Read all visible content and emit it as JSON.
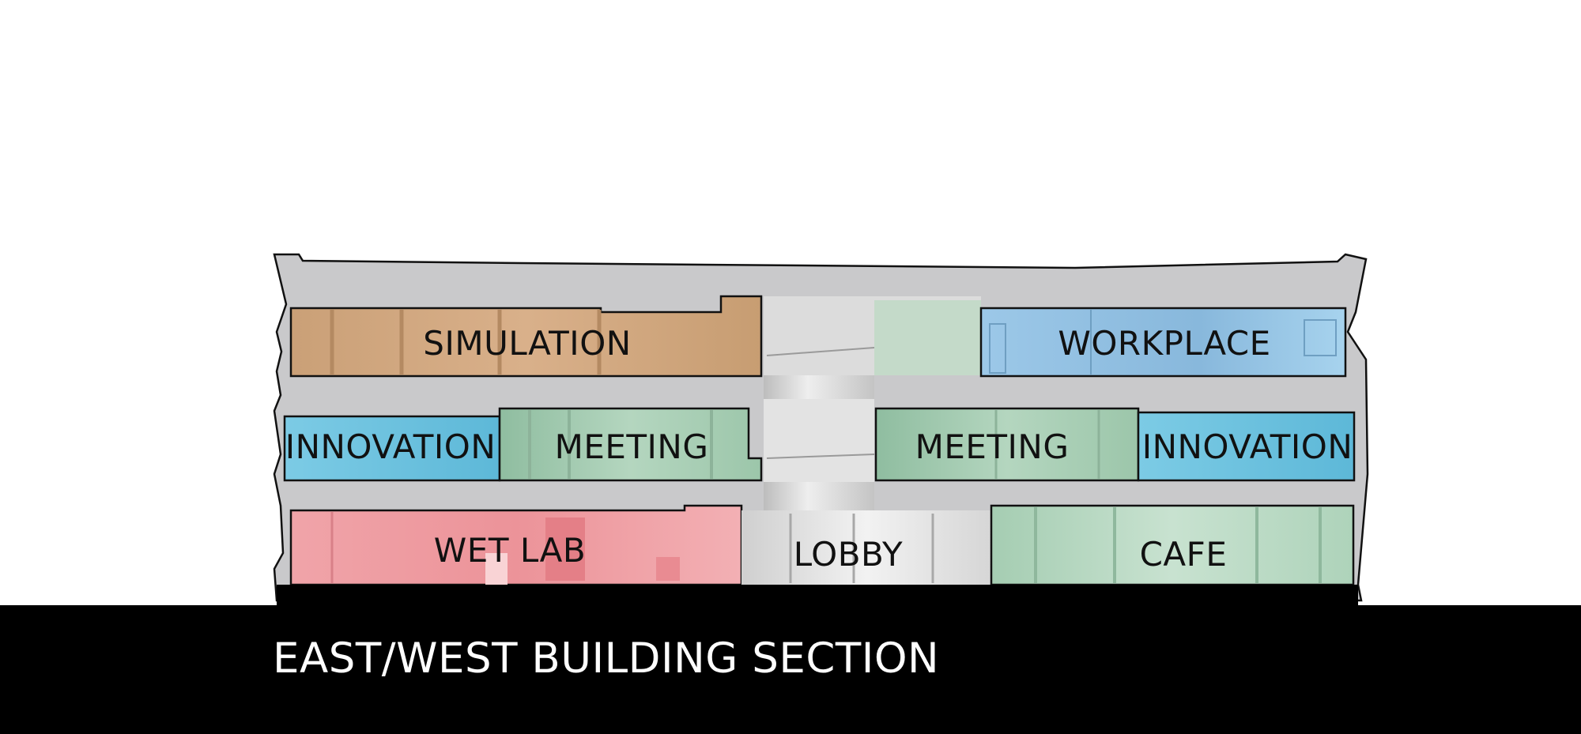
{
  "diagram": {
    "caption": "EAST/WEST BUILDING SECTION",
    "colors": {
      "slab": "#c9c9cb",
      "simulation": "#d2a67b",
      "workplace": "#8fc1e4",
      "innovation": "#6fc3df",
      "meeting": "#a9cfb6",
      "wet_lab": "#ef9ea3",
      "lobby": "#e2e2e2",
      "cafe": "#b6d8c2",
      "ground": "#000000"
    },
    "rooms": {
      "simulation": "SIMULATION",
      "workplace": "WORKPLACE",
      "innovation_west": "INNOVATION",
      "meeting_west": "MEETING",
      "meeting_east": "MEETING",
      "innovation_east": "INNOVATION",
      "wet_lab": "WET LAB",
      "lobby": "LOBBY",
      "cafe": "CAFE"
    }
  }
}
